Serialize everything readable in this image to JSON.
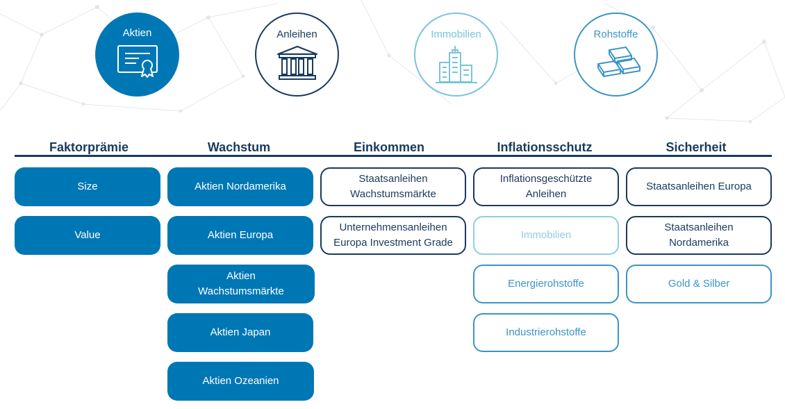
{
  "asset_classes": [
    {
      "label": "Aktien",
      "icon": "certificate-icon",
      "style": "filled"
    },
    {
      "label": "Anleihen",
      "icon": "bank-building-icon",
      "style": "dark"
    },
    {
      "label": "Immobilien",
      "icon": "office-building-icon",
      "style": "light"
    },
    {
      "label": "Rohstoffe",
      "icon": "gold-bars-icon",
      "style": "mid"
    }
  ],
  "columns": [
    {
      "heading": "Faktorprämie",
      "items": [
        "Size",
        "Value"
      ]
    },
    {
      "heading": "Wachstum",
      "items": [
        "Aktien Nordamerika",
        "Aktien Europa",
        "Aktien\nWachstumsmärkte",
        "Aktien Japan",
        "Aktien Ozeanien"
      ]
    },
    {
      "heading": "Einkommen",
      "items": [
        "Staatsanleihen\nWachstumsmärkte",
        "Unternehmensanleihen\nEuropa Investment Grade"
      ]
    },
    {
      "heading": "Inflationsschutz",
      "items": [
        "Inflationsgeschützte\nAnleihen",
        "Immobilien",
        "Energierohstoffe",
        "Industrierohstoffe"
      ]
    },
    {
      "heading": "Sicherheit",
      "items": [
        "Staatsanleihen Europa",
        "Staatsanleihen\nNordamerika",
        "Gold & Silber"
      ]
    }
  ],
  "colors": {
    "aktien": "#0077b5",
    "anleihen": "#1a3a5c",
    "immobilien": "#8fcde3",
    "rohstoffe": "#3b95c4"
  }
}
